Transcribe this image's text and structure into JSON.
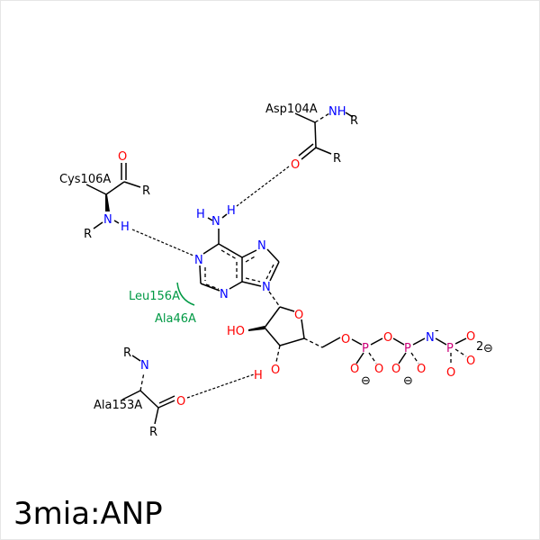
{
  "title": "3mia:ANP",
  "residues": {
    "asp": {
      "name": "Asp104A",
      "nh": "NH",
      "r1": "R",
      "o": "O",
      "r2": "R"
    },
    "cys": {
      "name": "Cys106A",
      "o": "O",
      "r1": "R",
      "n": "N",
      "h": "H",
      "r2": "R"
    },
    "ala153": {
      "name": "Ala153A",
      "r1": "R",
      "n": "N",
      "o": "O",
      "r2": "R"
    },
    "leu": {
      "name": "Leu156A"
    },
    "ala46": {
      "name": "Ala46A"
    }
  },
  "ligand": {
    "amine_h1": "H",
    "amine_n": "N",
    "amine_h2": "H",
    "n1": "N",
    "n3": "N",
    "n7": "N",
    "n9": "N",
    "o4": "O",
    "ho": "HO",
    "o3": "O",
    "h3": "H",
    "o5": "O",
    "p1": "P",
    "obr": "O",
    "p2": "P",
    "nbr": "N",
    "nminus": "-",
    "p3": "P",
    "o": "O",
    "charge": "⊖",
    "charge2": "2"
  },
  "colors": {
    "nitrogen": "#0000ff",
    "oxygen": "#ff0000",
    "phosphorus": "#cc0077",
    "hydrophobic": "#009944"
  }
}
